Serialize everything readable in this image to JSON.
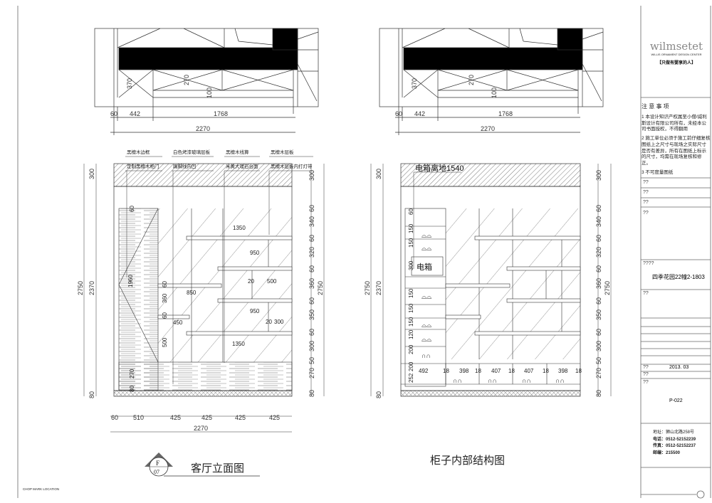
{
  "title_block": {
    "logo_text": "wilmsetet",
    "logo_subtitle": "WILLIS ORNAMENT DESIGN CENTER",
    "logo_slogan": "【只做有婴享的人】",
    "notes_title": "注 意 事 项",
    "notes": [
      "1 本设计知识产权属至小僧/威利斯设计有限公司所有，未经本公司书面授权，不得翻用",
      "2 施工单位必须于施工前仔细复核图纸上之尺寸与现场之实际尺寸是否有差异，所有在图纸上标示的尺寸，均需在现场复核和修正。",
      "3 不可度量图纸"
    ],
    "field_labels": [
      "??",
      "??",
      "??",
      "??",
      "????",
      "??",
      "??",
      "??",
      "??"
    ],
    "project": "四季花园22幢2-1803",
    "date": "2013. 03",
    "drawing_no": "P-022",
    "address": "地址：狮山北路258号",
    "phone": "电话：0512-52152239",
    "fax": "传真：0512-52152237",
    "postcode": "邮编：215500"
  },
  "plan": {
    "dims_top": [
      "60",
      "442",
      "1768"
    ],
    "dim_total": "2270",
    "dims_vertical": [
      "370",
      "270",
      "100"
    ]
  },
  "left_elevation": {
    "title": "客厅立面图",
    "symbol_letter": "F",
    "symbol_number": "07",
    "callouts_row1": [
      "黑檀木边框",
      "白色烤漆玻璃层板",
      "黑檀木线算",
      "黑檀木层板"
    ],
    "callouts_row2": [
      "定制黑檀木柜门",
      "踢脚线内凹",
      "米黄大理石台面",
      "黑檀木层板内打灯带"
    ],
    "dims_left": [
      "2750",
      "300",
      "2370",
      "80"
    ],
    "dims_right": [
      "300",
      "60",
      "340",
      "60",
      "320",
      "60",
      "360",
      "60",
      "350",
      "60",
      "300",
      "50",
      "270",
      "80"
    ],
    "dim_right_total": "2750",
    "dims_bottom": [
      "60",
      "510",
      "425",
      "425",
      "425",
      "425"
    ],
    "dim_bottom_total": "2270",
    "inner_dims": [
      "1350",
      "950",
      "20",
      "500",
      "850",
      "60",
      "360",
      "60",
      "450",
      "950",
      "20",
      "300",
      "1350",
      "500",
      "1960",
      "60",
      "270",
      "80"
    ]
  },
  "right_elevation": {
    "title": "柜子内部结构图",
    "callout": "电箱离地1540",
    "box_label": "电箱",
    "dims_left": [
      "2750",
      "300",
      "2370",
      "80"
    ],
    "dims_right": [
      "300",
      "60",
      "340",
      "60",
      "320",
      "60",
      "360",
      "60",
      "350",
      "60",
      "300",
      "50",
      "270",
      "80"
    ],
    "dim_right_total": "2750",
    "compartment_dims": [
      "60",
      "150",
      "150",
      "300",
      "150",
      "150",
      "150",
      "120",
      "200",
      "200",
      "252"
    ],
    "bottom_dims": [
      "492",
      "18",
      "398",
      "18",
      "407",
      "18",
      "407",
      "18",
      "398",
      "18"
    ]
  },
  "footer": {
    "chop_mark": "CHOP MARK LOCATION"
  }
}
